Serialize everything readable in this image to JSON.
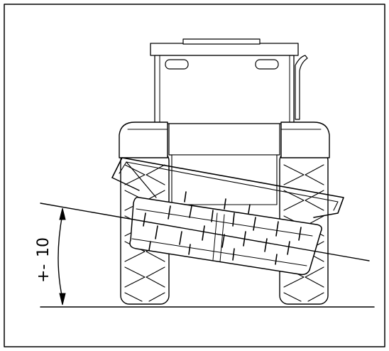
{
  "figure": {
    "angle_label": "10",
    "angle_prefix": "+-",
    "line_color": "#000000",
    "background_color": "#ffffff",
    "icons": [
      "tractor-rear-view",
      "tilted-roller-attachment",
      "angle-dimension-arrow"
    ]
  }
}
